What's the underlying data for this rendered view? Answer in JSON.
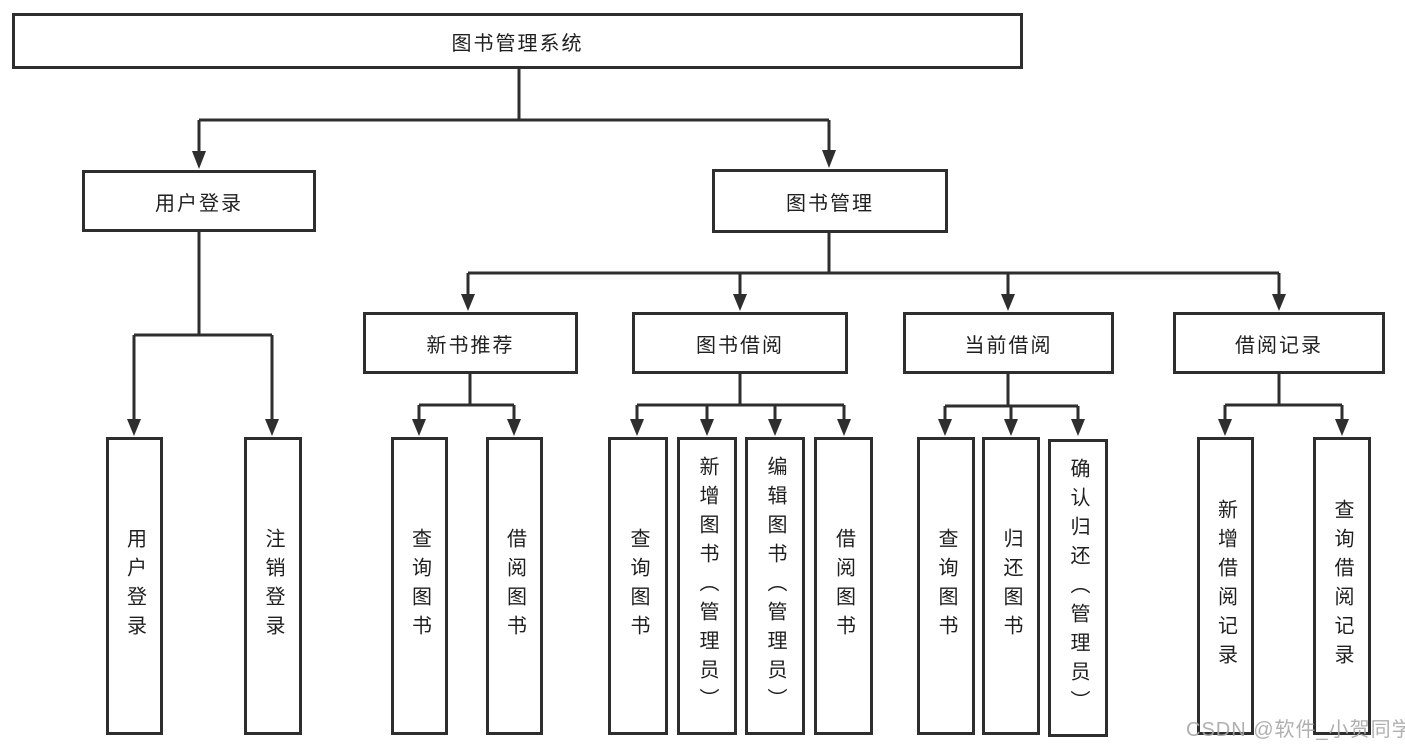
{
  "diagram_title": "图书管理系统",
  "tree": {
    "label": "图书管理系统",
    "children": [
      {
        "label": "用户登录",
        "children": [
          {
            "label": "用户登录"
          },
          {
            "label": "注销登录"
          }
        ]
      },
      {
        "label": "图书管理",
        "children": [
          {
            "label": "新书推荐",
            "children": [
              {
                "label": "查询图书"
              },
              {
                "label": "借阅图书"
              }
            ]
          },
          {
            "label": "图书借阅",
            "children": [
              {
                "label": "查询图书"
              },
              {
                "label": "新增图书（管理员）"
              },
              {
                "label": "编辑图书（管理员）"
              },
              {
                "label": "借阅图书"
              }
            ]
          },
          {
            "label": "当前借阅",
            "children": [
              {
                "label": "查询图书"
              },
              {
                "label": "归还图书"
              },
              {
                "label": "确认归还（管理员）"
              }
            ]
          },
          {
            "label": "借阅记录",
            "children": [
              {
                "label": "新增借阅记录"
              },
              {
                "label": "查询借阅记录"
              }
            ]
          }
        ]
      }
    ]
  },
  "watermark": {
    "text": "CSDN @软件_小贺同学"
  },
  "colors": {
    "line": "#2e2e2e",
    "box_border": "#2e2e2e",
    "text": "#1f1f1f",
    "watermark": "#a8a8a8",
    "background": "#ffffff"
  }
}
